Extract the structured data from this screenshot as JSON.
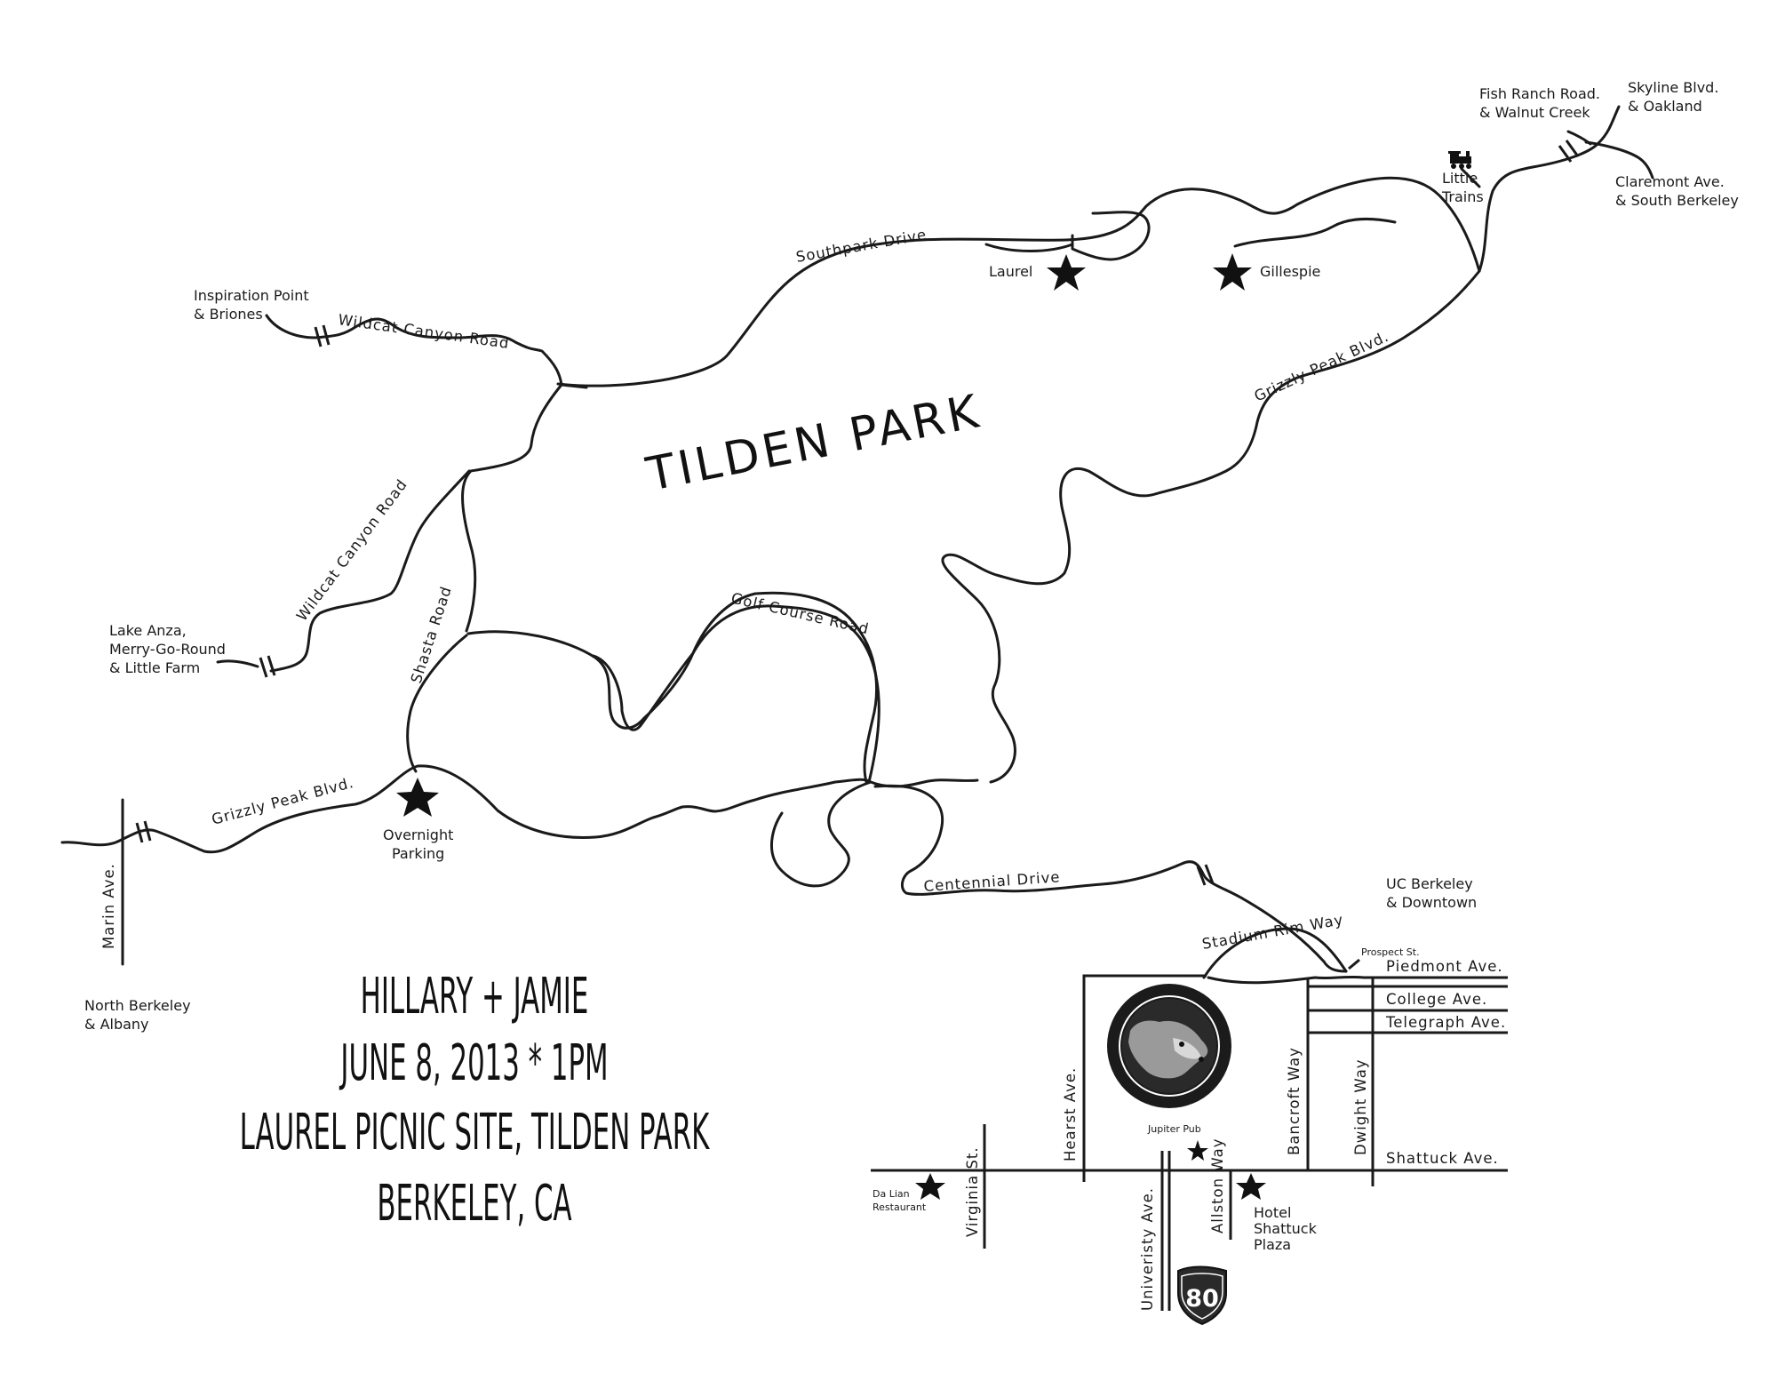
{
  "map": {
    "park_title": "TILDEN PARK",
    "roads": {
      "southpark": "Southpark Drive",
      "wildcat_top": "Wildcat Canyon Road",
      "wildcat_left": "Wildcat Canyon Road",
      "shasta": "Shasta Road",
      "golf": "Golf Course Road",
      "grizzly_right": "Grizzly Peak Blvd.",
      "grizzly_left": "Grizzly Peak Blvd.",
      "centennial": "Centennial Drive",
      "stadium": "Stadium Rim Way",
      "marin": "Marin Ave."
    },
    "places": {
      "inspiration_1": "Inspiration Point",
      "inspiration_2": "& Briones",
      "lake_1": "Lake Anza,",
      "lake_2": "Merry-Go-Round",
      "lake_3": "& Little Farm",
      "north_1": "North Berkeley",
      "north_2": "& Albany",
      "fish_1": "Fish Ranch Road.",
      "fish_2": "& Walnut Creek",
      "skyline_1": "Skyline Blvd.",
      "skyline_2": "& Oakland",
      "claremont_1": "Claremont Ave.",
      "claremont_2": "& South Berkeley",
      "trains_1": "Little",
      "trains_2": "Trains",
      "ucb_1": "UC Berkeley",
      "ucb_2": "& Downtown"
    },
    "markers": {
      "laurel": "Laurel",
      "gillespie": "Gillespie",
      "overnight_1": "Overnight",
      "overnight_2": "Parking",
      "jupiter": "Jupiter Pub",
      "dalian_1": "Da Lian",
      "dalian_2": "Restaurant",
      "hotel_1": "Hotel",
      "hotel_2": "Shattuck",
      "hotel_3": "Plaza"
    },
    "streets": {
      "piedmont": "Piedmont Ave.",
      "college": "College Ave.",
      "telegraph": "Telegraph Ave.",
      "shattuck": "Shattuck Ave.",
      "prospect": "Prospect St.",
      "hearst": "Hearst Ave.",
      "virginia": "Virginia St.",
      "university": "Univeristy Ave.",
      "allston": "Allston Way",
      "bancroft": "Bancroft Way",
      "dwight": "Dwight Way",
      "interstate": "80"
    }
  },
  "event": {
    "line1": "HILLARY + JAMIE",
    "line2": "JUNE 8, 2013 * 1PM",
    "line3": "LAUREL PICNIC SITE, TILDEN PARK",
    "line4": "BERKELEY, CA"
  }
}
